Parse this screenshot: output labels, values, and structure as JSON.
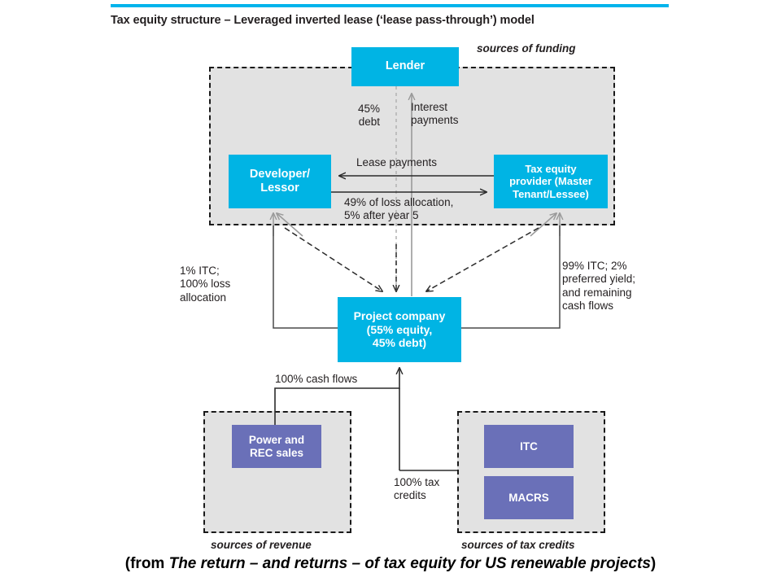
{
  "header": {
    "title": "Tax equity structure – Leveraged inverted lease (‘lease pass-through’) model",
    "rule_color": "#00b4ec"
  },
  "colors": {
    "cyan": "#00b4e4",
    "purple": "#6a70b8",
    "region_fill": "#e2e2e2",
    "region_border": "#1a1a1a",
    "text": "#231f20"
  },
  "regions": [
    {
      "id": "funding",
      "label": "sources of funding"
    },
    {
      "id": "revenue",
      "label": "sources of revenue"
    },
    {
      "id": "credits",
      "label": "sources of tax credits"
    }
  ],
  "nodes": {
    "lender": "Lender",
    "developer": "Developer/\nLessor",
    "tax_equity": "Tax equity\nprovider (Master\nTenant/Lessee)",
    "project": "Project company\n(55% equity,\n45% debt)",
    "power": "Power and\nREC sales",
    "itc": "ITC",
    "macrs": "MACRS"
  },
  "edge_labels": {
    "debt": "45%\ndebt",
    "interest": "Interest\npayments",
    "lease": "Lease payments",
    "loss": "49% of loss allocation,\n5% after year 5",
    "itc_1": "1% ITC;\n100% loss\nallocation",
    "itc_99": "99% ITC;  2%\npreferred yield;\nand remaining\ncash flows",
    "cash_flows": "100% cash flows",
    "tax_credits": "100% tax\ncredits"
  },
  "caption": {
    "prefix": "(from ",
    "title": "The return – and returns – of tax equity for US renewable projects",
    "suffix": ")"
  }
}
